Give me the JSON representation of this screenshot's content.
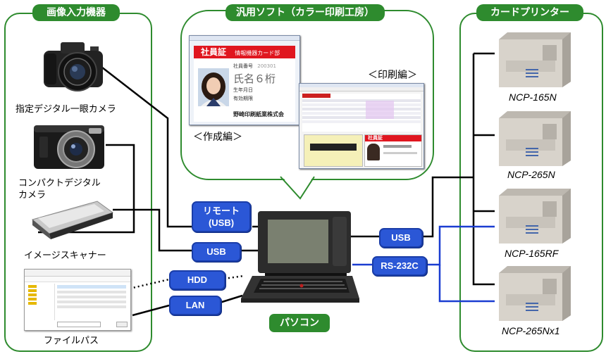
{
  "left_panel": {
    "header": "画像入力機器",
    "devices": [
      {
        "label": "指定デジタル一眼カメラ"
      },
      {
        "label_line1": "コンパクトデジタル",
        "label_line2": "カメラ"
      },
      {
        "label": "イメージスキャナー"
      },
      {
        "label": "ファイルパス"
      }
    ]
  },
  "center_panel": {
    "header": "汎用ソフト（カラー印刷工房）",
    "create_label": "＜作成編＞",
    "print_label": "＜印刷編＞",
    "card": {
      "title": "社員証",
      "department": "情報機器カード部",
      "id_label": "社員番号",
      "id_value": "200301",
      "name": "氏名６桁",
      "birth_label": "生年月日",
      "expiry_label": "有効期限",
      "company": "野崎印刷紙業株式会"
    }
  },
  "right_panel": {
    "header": "カードプリンター",
    "printers": [
      "NCP-165N",
      "NCP-265N",
      "NCP-165RF",
      "NCP-265Nx1"
    ]
  },
  "connectors": {
    "remote_line1": "リモート",
    "remote_line2": "(USB)",
    "usb_left": "USB",
    "hdd": "HDD",
    "lan": "LAN",
    "usb_right": "USB",
    "rs232c": "RS-232C"
  },
  "pc_label": "パソコン",
  "colors": {
    "green": "#2e8b2e",
    "blue": "#2b57d6",
    "cable": "#000000",
    "rs232": "#1a3dd1"
  }
}
